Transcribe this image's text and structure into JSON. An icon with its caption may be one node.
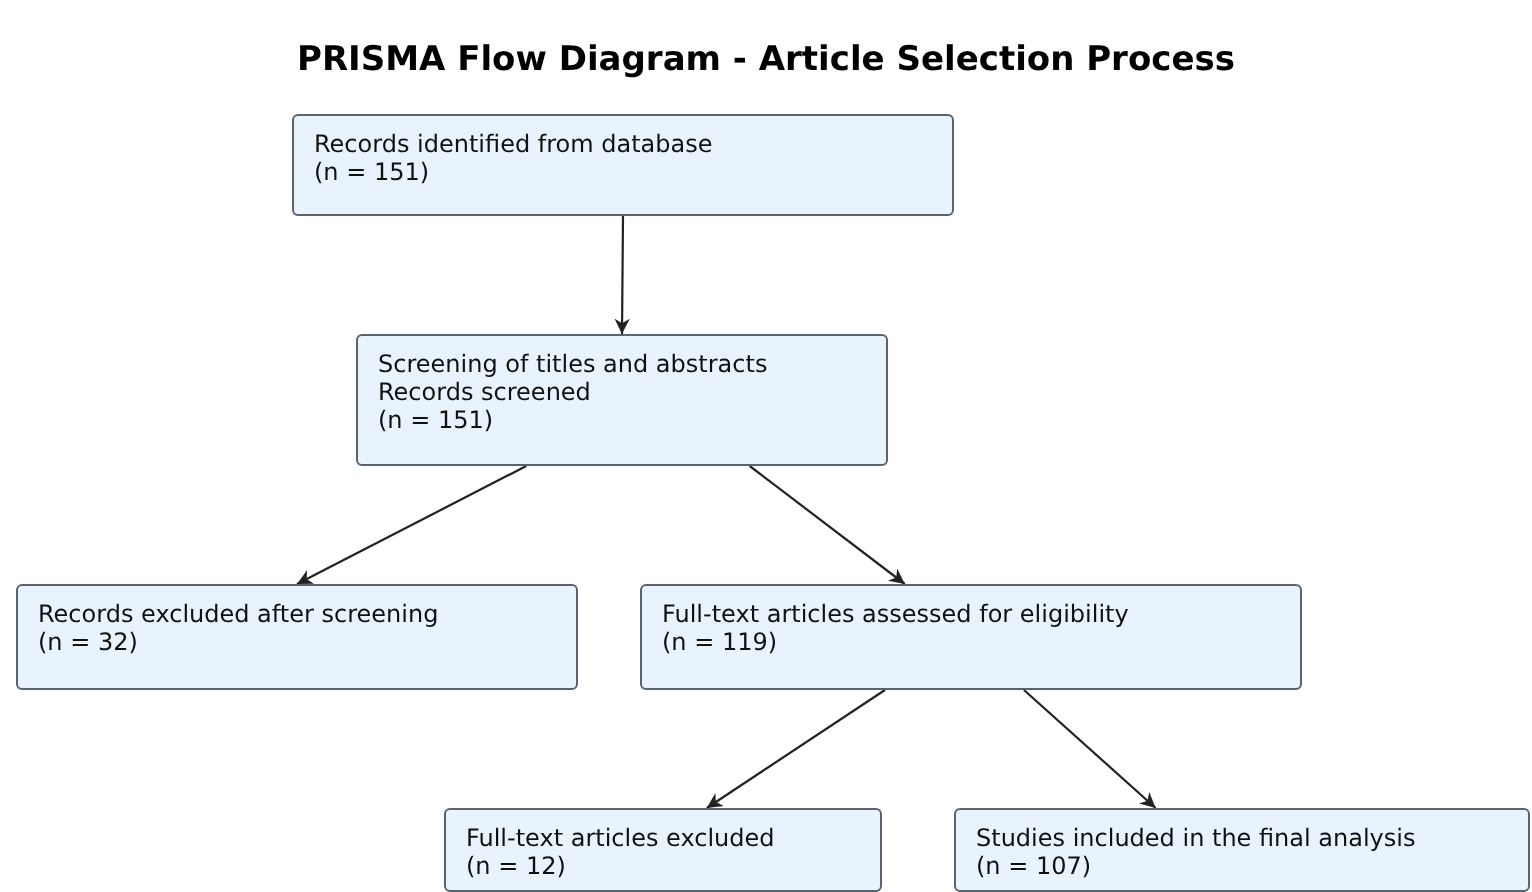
{
  "diagram": {
    "title": "PRISMA Flow Diagram - Article Selection Process",
    "nodes": [
      {
        "text": [
          "Records identified from database",
          "(n = 151)"
        ]
      },
      {
        "text": [
          "Screening of titles and abstracts",
          "Records screened",
          "(n = 151)"
        ]
      },
      {
        "text": [
          "Records excluded after screening",
          "(n = 32)"
        ]
      },
      {
        "text": [
          "Full-text articles assessed for eligibility",
          "(n = 119)"
        ]
      },
      {
        "text": [
          "Full-text articles excluded",
          "(n = 12)"
        ]
      },
      {
        "text": [
          "Studies included in the final analysis",
          "(n = 107)"
        ]
      }
    ],
    "edges": [
      {
        "from": 0,
        "to": 1,
        "arrow": "to"
      },
      {
        "from": 1,
        "to": 2,
        "arrow": "to"
      },
      {
        "from": 1,
        "to": 3,
        "arrow": "to"
      },
      {
        "from": 3,
        "to": 4,
        "arrow": "to"
      },
      {
        "from": 3,
        "to": 5,
        "arrow": "to"
      }
    ]
  }
}
